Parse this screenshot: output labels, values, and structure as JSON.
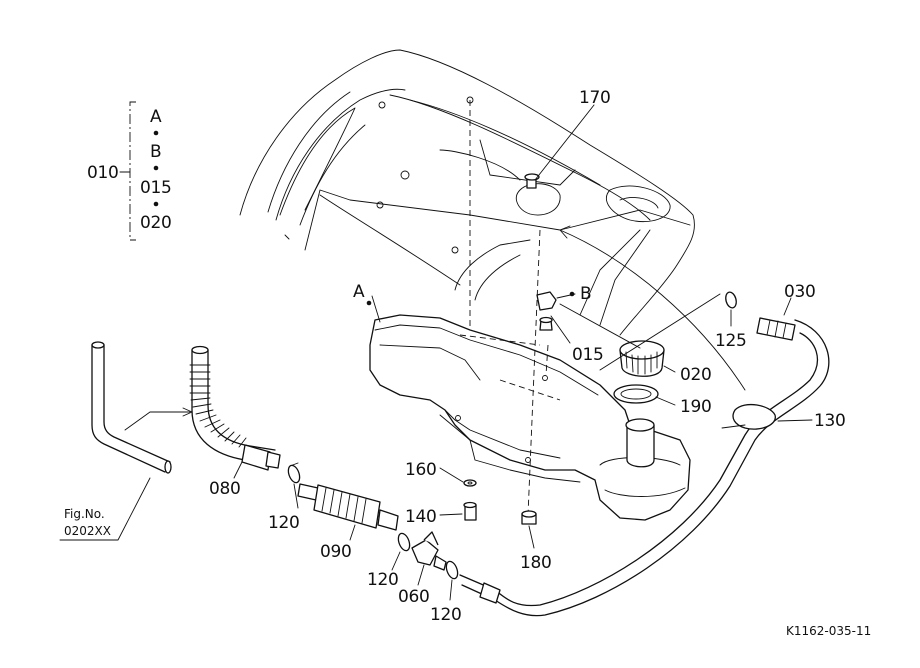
{
  "legend": {
    "group_label": "010",
    "items": [
      "A",
      "B",
      "015",
      "020"
    ]
  },
  "callouts": {
    "p170": "170",
    "pA": "A",
    "pB": "B",
    "p015": "015",
    "p020": "020",
    "p190": "190",
    "p030": "030",
    "p125": "125",
    "p130": "130",
    "p160": "160",
    "p140": "140",
    "p180": "180",
    "p080": "080",
    "p120a": "120",
    "p090": "090",
    "p120b": "120",
    "p060": "060",
    "p120c": "120"
  },
  "fig_ref": {
    "line1": "Fig.No.",
    "line2": "0202XX"
  },
  "drawing_code": "K1162-035-11"
}
